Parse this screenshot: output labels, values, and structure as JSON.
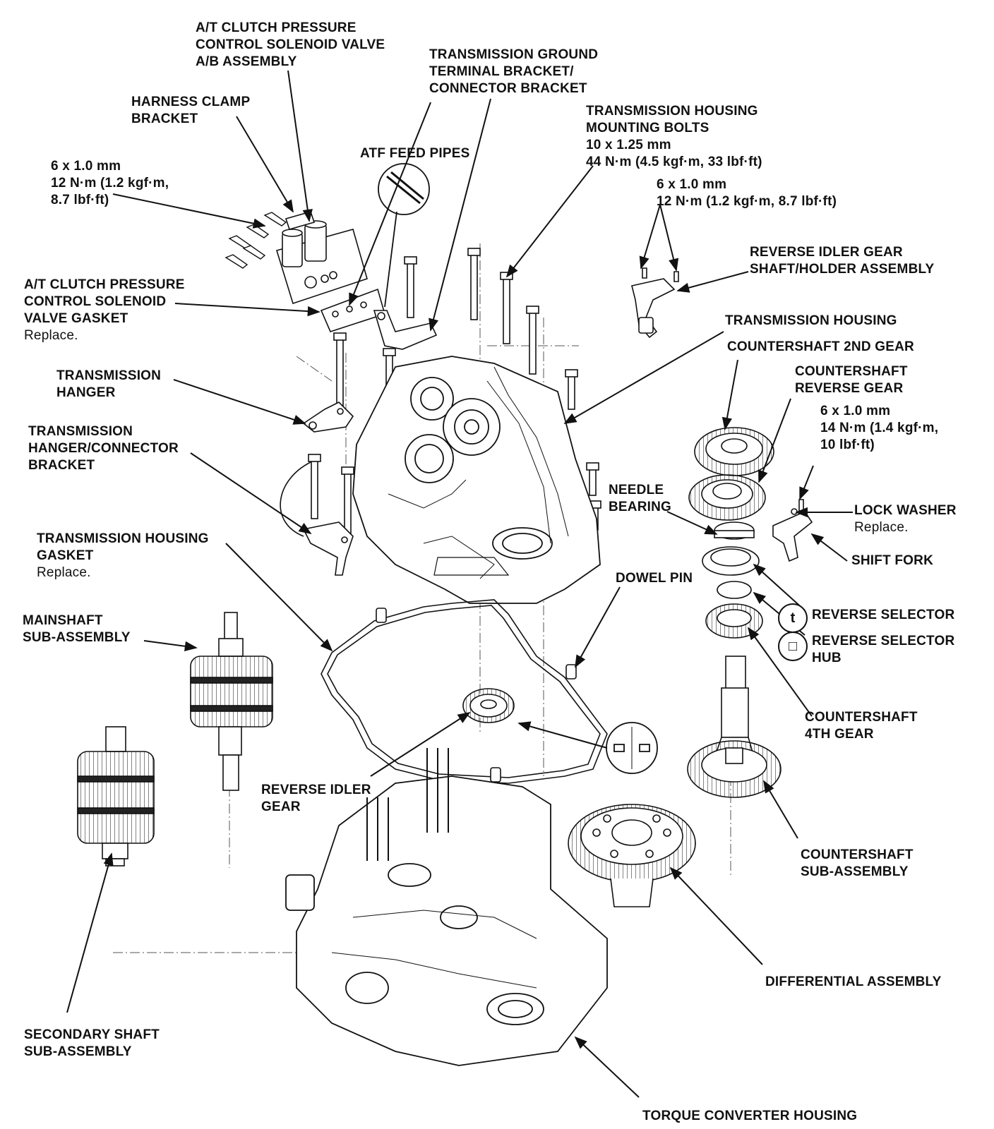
{
  "labels": [
    {
      "id": "solenoid_ab",
      "lines": [
        "A/T CLUTCH PRESSURE",
        "CONTROL SOLENOID VALVE",
        "A/B ASSEMBLY"
      ],
      "note": ""
    },
    {
      "id": "harness_clamp",
      "lines": [
        "HARNESS CLAMP",
        "BRACKET"
      ],
      "note": ""
    },
    {
      "id": "bolt_6x1_12",
      "lines": [
        "6 x 1.0 mm",
        "12 N·m (1.2 kgf·m,",
        "8.7 lbf·ft)"
      ],
      "note": ""
    },
    {
      "id": "atf_pipes",
      "lines": [
        "ATF FEED PIPES"
      ],
      "note": ""
    },
    {
      "id": "ground_bracket",
      "lines": [
        "TRANSMISSION GROUND",
        "TERMINAL BRACKET/",
        "CONNECTOR BRACKET"
      ],
      "note": ""
    },
    {
      "id": "housing_bolts",
      "lines": [
        "TRANSMISSION HOUSING",
        "MOUNTING BOLTS",
        "10 x 1.25 mm",
        "44 N·m (4.5 kgf·m, 33 lbf·ft)"
      ],
      "note": ""
    },
    {
      "id": "bolt_6x1_12b",
      "lines": [
        "6 x 1.0 mm",
        "12 N·m (1.2 kgf·m, 8.7 lbf·ft)"
      ],
      "note": ""
    },
    {
      "id": "reverse_idler_shaft",
      "lines": [
        "REVERSE IDLER GEAR",
        "SHAFT/HOLDER ASSEMBLY"
      ],
      "note": ""
    },
    {
      "id": "solenoid_gasket",
      "lines": [
        "A/T CLUTCH PRESSURE",
        "CONTROL SOLENOID",
        "VALVE GASKET"
      ],
      "note": "Replace."
    },
    {
      "id": "trans_housing",
      "lines": [
        "TRANSMISSION HOUSING"
      ],
      "note": ""
    },
    {
      "id": "cs_2nd",
      "lines": [
        "COUNTERSHAFT 2ND GEAR"
      ],
      "note": ""
    },
    {
      "id": "cs_reverse",
      "lines": [
        "COUNTERSHAFT",
        "REVERSE GEAR"
      ],
      "note": ""
    },
    {
      "id": "bolt_6x1_14",
      "lines": [
        "6 x 1.0 mm",
        "14 N·m (1.4 kgf·m,",
        "10 lbf·ft)"
      ],
      "note": ""
    },
    {
      "id": "trans_hanger",
      "lines": [
        "TRANSMISSION",
        "HANGER"
      ],
      "note": ""
    },
    {
      "id": "hanger_connector",
      "lines": [
        "TRANSMISSION",
        "HANGER/CONNECTOR",
        "BRACKET"
      ],
      "note": ""
    },
    {
      "id": "needle_bearing",
      "lines": [
        "NEEDLE",
        "BEARING"
      ],
      "note": ""
    },
    {
      "id": "lock_washer",
      "lines": [
        "LOCK WASHER"
      ],
      "note": "Replace."
    },
    {
      "id": "shift_fork",
      "lines": [
        "SHIFT FORK"
      ],
      "note": ""
    },
    {
      "id": "housing_gasket",
      "lines": [
        "TRANSMISSION HOUSING",
        "GASKET"
      ],
      "note": "Replace."
    },
    {
      "id": "dowel_pin",
      "lines": [
        "DOWEL PIN"
      ],
      "note": ""
    },
    {
      "id": "reverse_selector",
      "lines": [
        "REVERSE SELECTOR"
      ],
      "note": ""
    },
    {
      "id": "reverse_selector_hub",
      "lines": [
        "REVERSE SELECTOR",
        "HUB"
      ],
      "note": ""
    },
    {
      "id": "mainshaft",
      "lines": [
        "MAINSHAFT",
        "SUB-ASSEMBLY"
      ],
      "note": ""
    },
    {
      "id": "cs_4th",
      "lines": [
        "COUNTERSHAFT",
        "4TH GEAR"
      ],
      "note": ""
    },
    {
      "id": "reverse_idler_gear",
      "lines": [
        "REVERSE IDLER",
        "GEAR"
      ],
      "note": ""
    },
    {
      "id": "cs_sub",
      "lines": [
        "COUNTERSHAFT",
        "SUB-ASSEMBLY"
      ],
      "note": ""
    },
    {
      "id": "differential",
      "lines": [
        "DIFFERENTIAL ASSEMBLY"
      ],
      "note": ""
    },
    {
      "id": "secondary_shaft",
      "lines": [
        "SECONDARY SHAFT",
        "SUB-ASSEMBLY"
      ],
      "note": ""
    },
    {
      "id": "torque_converter",
      "lines": [
        "TORQUE CONVERTER HOUSING"
      ],
      "note": ""
    }
  ]
}
